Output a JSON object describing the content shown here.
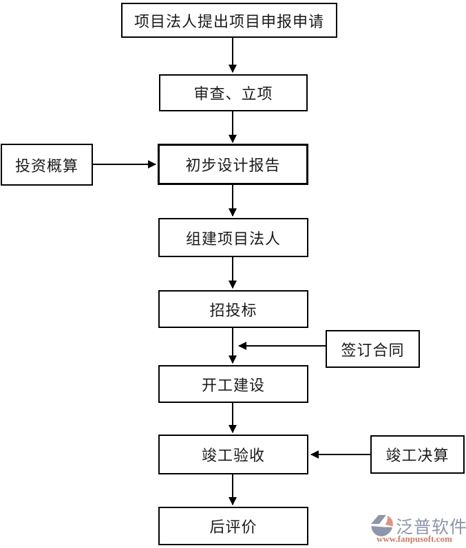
{
  "flowchart": {
    "main_flow": [
      "项目法人提出项目申报申请",
      "审查、立项",
      "初步设计报告",
      "组建项目法人",
      "招投标",
      "开工建设",
      "竣工验收",
      "后评价"
    ],
    "side_inputs": [
      {
        "label": "投资概算",
        "points_to": "初步设计报告"
      },
      {
        "label": "签订合同",
        "points_to": "招投标 → 开工建设"
      },
      {
        "label": "竣工决算",
        "points_to": "竣工验收"
      }
    ],
    "colors": {
      "border": "#000000",
      "arrow": "#000000",
      "text": "#1a1a1a",
      "background": "#ffffff"
    }
  },
  "watermark": {
    "brand": "泛普软件",
    "url": "www.fanpusoft.com",
    "brand_color": "#8d96a9",
    "url_color": "#c97b66",
    "logo_blue": "#8d96ab",
    "logo_salmon": "#dc9680"
  }
}
